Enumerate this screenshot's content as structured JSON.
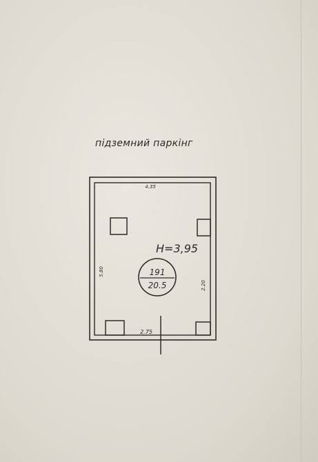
{
  "plan": {
    "title": "підземний паркінг",
    "height_label": "H=3,95",
    "room_number": "191",
    "room_area": "20.5",
    "dim_top": "4.35",
    "dim_left": "5.80",
    "dim_right": "2.20",
    "dim_bottom": "2.75"
  },
  "colors": {
    "paper": "#e4e1d8",
    "ink": "#2b2b2b"
  }
}
